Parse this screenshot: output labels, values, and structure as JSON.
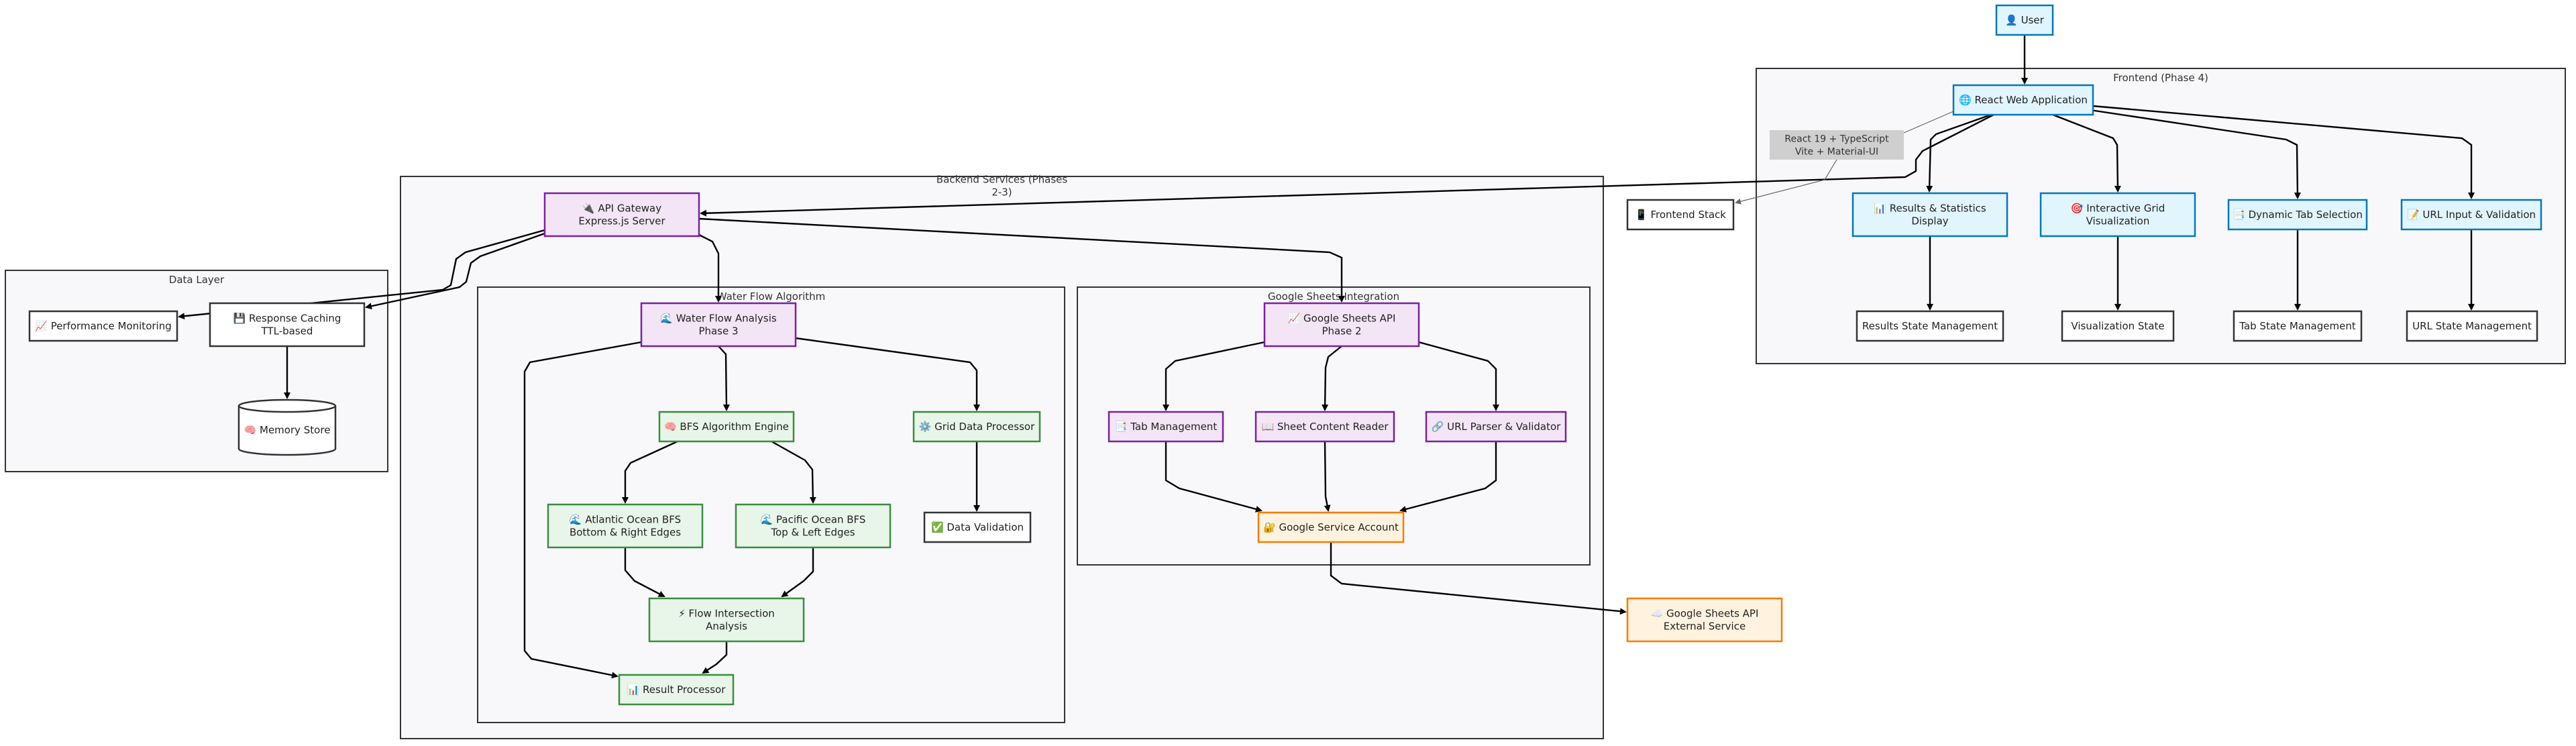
{
  "colors": {
    "frontend_fill": "#e1f5fe",
    "frontend_stroke": "#0277bd",
    "backend_fill": "#f3e5f5",
    "backend_stroke": "#7b1fa2",
    "algorithm_fill": "#e8f5e9",
    "algorithm_stroke": "#388e3c",
    "external_fill": "#fff3e0",
    "external_stroke": "#f57c00",
    "plain_fill": "#ffffff",
    "plain_stroke": "#333333",
    "cluster_fill": "#f8f8fa"
  },
  "clusters": [
    {
      "id": "frontend",
      "title": "Frontend (Phase 4)"
    },
    {
      "id": "backend",
      "title": "Backend Services (Phases 2-3)"
    },
    {
      "id": "waterflow",
      "title": "Water Flow Algorithm"
    },
    {
      "id": "sheets",
      "title": "Google Sheets Integration"
    },
    {
      "id": "datalayer",
      "title": "Data Layer"
    }
  ],
  "note": {
    "text": "React 19 + TypeScript Vite + Material-UI"
  },
  "nodes": [
    {
      "id": "user",
      "label": "👤 User",
      "style": "frontend"
    },
    {
      "id": "react",
      "label": "🌐 React Web Application",
      "style": "frontend"
    },
    {
      "id": "results",
      "label": "📊 Results & Statistics Display",
      "style": "frontend"
    },
    {
      "id": "grid",
      "label": "🎯 Interactive Grid Visualization",
      "style": "frontend"
    },
    {
      "id": "tabsel",
      "label": "📑 Dynamic Tab Selection",
      "style": "frontend"
    },
    {
      "id": "urlin",
      "label": "📝 URL Input & Validation",
      "style": "frontend"
    },
    {
      "id": "resstate",
      "label": "Results State Management",
      "style": "plain"
    },
    {
      "id": "visstate",
      "label": "Visualization State",
      "style": "plain"
    },
    {
      "id": "tabstate",
      "label": "Tab State Management",
      "style": "plain"
    },
    {
      "id": "urlstate",
      "label": "URL State Management",
      "style": "plain"
    },
    {
      "id": "fstack",
      "label": "📱 Frontend Stack",
      "style": "plain"
    },
    {
      "id": "gateway",
      "label": "🔌 API Gateway Express.js Server",
      "style": "backend"
    },
    {
      "id": "wfa",
      "label": "🌊 Water Flow Analysis Phase 3",
      "style": "backend"
    },
    {
      "id": "bfs",
      "label": "🧠 BFS Algorithm Engine",
      "style": "algorithm"
    },
    {
      "id": "gridproc",
      "label": "⚙️ Grid Data Processor",
      "style": "algorithm"
    },
    {
      "id": "atlantic",
      "label": "🌊 Atlantic Ocean BFS Bottom & Right Edges",
      "style": "algorithm"
    },
    {
      "id": "pacific",
      "label": "🌊 Pacific Ocean BFS Top & Left Edges",
      "style": "algorithm"
    },
    {
      "id": "validation",
      "label": "✅ Data Validation",
      "style": "plain"
    },
    {
      "id": "intersect",
      "label": "⚡ Flow Intersection Analysis",
      "style": "algorithm"
    },
    {
      "id": "resproc",
      "label": "📊 Result Processor",
      "style": "algorithm"
    },
    {
      "id": "sheetsapi",
      "label": "📈 Google Sheets API Phase 2",
      "style": "backend"
    },
    {
      "id": "tabmgmt",
      "label": "📑 Tab Management",
      "style": "backend"
    },
    {
      "id": "reader",
      "label": "📖 Sheet Content Reader",
      "style": "backend"
    },
    {
      "id": "urlparser",
      "label": "🔗 URL Parser & Validator",
      "style": "backend"
    },
    {
      "id": "svcacct",
      "label": "🔐 Google Service Account",
      "style": "external"
    },
    {
      "id": "external",
      "label": "☁️ Google Sheets API External Service",
      "style": "external"
    },
    {
      "id": "perf",
      "label": "📈 Performance Monitoring",
      "style": "plain"
    },
    {
      "id": "cache",
      "label": "💾 Response Caching TTL-based",
      "style": "plain"
    },
    {
      "id": "memory",
      "label": "🧠 Memory Store",
      "style": "plain"
    }
  ]
}
